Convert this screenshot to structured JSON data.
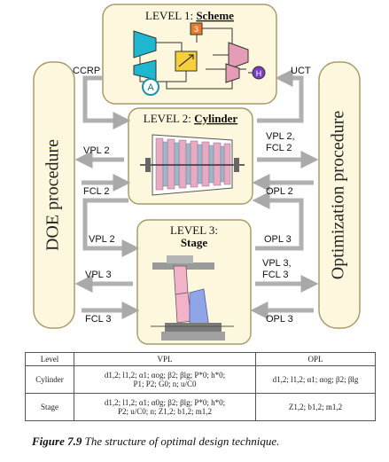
{
  "levels": {
    "l1": {
      "prefix": "LEVEL 1: ",
      "name": "Scheme"
    },
    "l2": {
      "prefix": "LEVEL 2: ",
      "name": "Cylinder"
    },
    "l3": {
      "prefix": "LEVEL 3:",
      "name": "Stage"
    }
  },
  "left_column": "DOE procedure",
  "right_column": "Optimization procedure",
  "scheme_symbols": {
    "a": "A",
    "h": "H",
    "three": "3"
  },
  "arrows": {
    "ccrp": "CCRP",
    "uct": "UCT",
    "vpl2_left": "VPL 2",
    "fcl2_left": "FCL 2",
    "vpl2_fcl2_right": [
      "VPL 2,",
      "FCL 2"
    ],
    "opl2_right": "OPL 2",
    "vpl2_mid_left": "VPL 2",
    "opl3_mid_right": "OPL 3",
    "vpl3_left": "VPL 3",
    "fcl3_left": "FCL 3",
    "vpl3_fcl3_right": [
      "VPL 3,",
      "FCL 3"
    ],
    "opl3_right": "OPL 3"
  },
  "table": {
    "headers": [
      "Level",
      "VPL",
      "OPL"
    ],
    "rows": [
      {
        "level": "Cylinder",
        "vpl": [
          "d1,2; l1,2; α1; αog; β2; βlg; P*0; h*0;",
          "P1; P2; G0; n; u/C0"
        ],
        "opl": "d1,2; l1,2; α1; αog; β2; βlg"
      },
      {
        "level": "Stage",
        "vpl": [
          "d1,2; l1,2; α1; α0g; β2; βlg; P*0; h*0;",
          "P2; u/C0; n; Z1,2; b1,2; m1,2"
        ],
        "opl": "Z1,2; b1,2; m1,2"
      }
    ]
  },
  "caption": {
    "figure": "Figure 7.9",
    "text": "The structure of optimal design technique."
  },
  "colors": {
    "box_fill": "#fdf7de",
    "box_stroke": "#a89c6c",
    "arrow": "#b0b0b0",
    "accent_cyan": "#1fb7cf",
    "accent_pink": "#e59cb5",
    "accent_orange": "#e87a2a",
    "accent_yellow": "#f7cf3a",
    "accent_purple": "#7a3ec2"
  }
}
